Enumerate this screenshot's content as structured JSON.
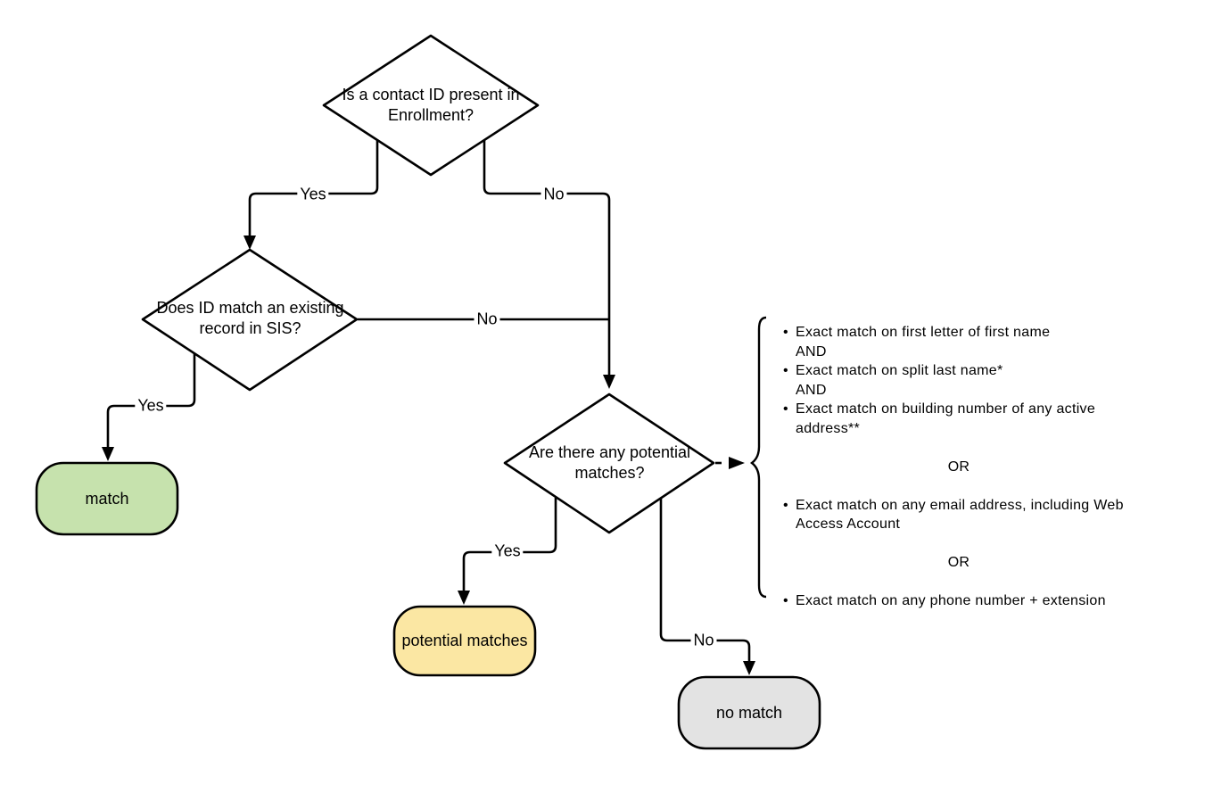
{
  "diagram": {
    "background": "#ffffff",
    "stroke_color": "#000000",
    "decisions": {
      "enrollment": {
        "question": "Is a contact ID present in Enrollment?"
      },
      "sis": {
        "question": "Does ID match an existing record in SIS?"
      },
      "potential": {
        "question": "Are there any potential matches?"
      }
    },
    "terminals": {
      "match": {
        "label": "match",
        "fill": "#c6e2ad"
      },
      "potential_matches": {
        "label": "potential matches",
        "fill": "#fbe7a3"
      },
      "no_match": {
        "label": "no match",
        "fill": "#e3e3e3"
      }
    },
    "edges": {
      "enrollment_yes": "Yes",
      "enrollment_no": "No",
      "sis_yes": "Yes",
      "sis_no": "No",
      "potential_yes": "Yes",
      "potential_no": "No"
    },
    "criteria": {
      "bullet_char": "•",
      "items": [
        {
          "type": "bullet",
          "text": "Exact match on first letter of first name"
        },
        {
          "type": "plain",
          "text": "AND"
        },
        {
          "type": "bullet",
          "text": "Exact match on split last name*"
        },
        {
          "type": "plain",
          "text": "AND"
        },
        {
          "type": "bullet",
          "text": "Exact match on building number of any active address**"
        },
        {
          "type": "or",
          "text": "OR"
        },
        {
          "type": "bullet",
          "text": "Exact match on any email address, including Web Access Account"
        },
        {
          "type": "or",
          "text": "OR"
        },
        {
          "type": "bullet",
          "text": "Exact match on any phone number + extension"
        }
      ]
    }
  }
}
